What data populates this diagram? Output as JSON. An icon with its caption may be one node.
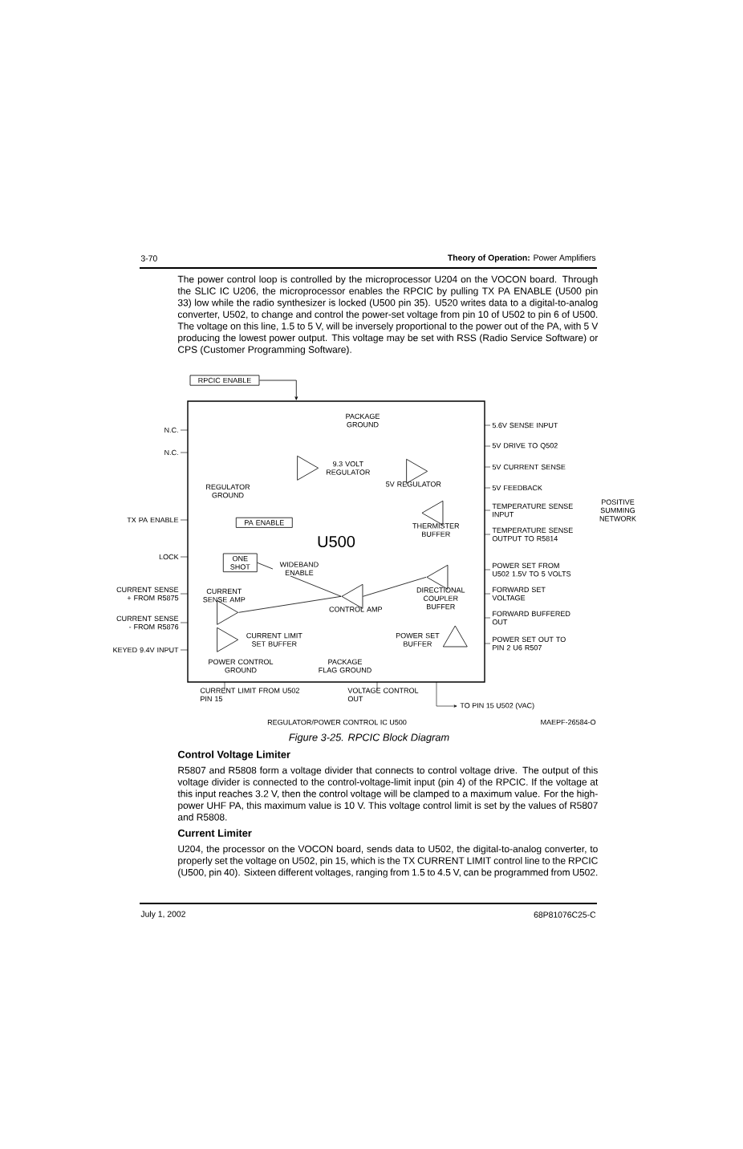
{
  "diagram": {
    "caption": "Figure 3-25. RPCIC Block Diagram",
    "nodes": [
      {
        "text": [
          "U500"
        ]
      },
      {
        "text": [
          "9.3 VOLT REGULATOR"
        ],
        "in": 0
      },
      {
        "text": [
          "5V REGULATOR"
        ],
        "in": 0
      },
      {
        "text": [
          "PA ENABLE"
        ],
        "in": 0
      },
      {
        "text": [
          "ONE SHOT"
        ],
        "in": 0
      },
      {
        "text": [
          "CONTROL AMP"
        ],
        "in": 0
      },
      {
        "text": [
          "CURRENT SENSE AMP"
        ],
        "in": 0
      },
      {
        "text": [
          "CURRENT LIMIT SET BUFFER"
        ],
        "in": 0
      },
      {
        "text": [
          "THERMISTER BUFFER"
        ],
        "in": 0
      },
      {
        "text": [
          "DIRECTIONAL COUPLER BUFFER"
        ],
        "in": 0
      },
      {
        "text": [
          "POWER SET BUFFER"
        ],
        "in": 0
      },
      {
        "text": [
          "RPCIC ENABLE"
        ]
      },
      {
        "text": [
          "POSITIVE SUMMING NETWORK"
        ]
      }
    ],
    "edges": [
      {
        "from": 11,
        "to": 0,
        "arrow": "to"
      },
      {
        "from": 4,
        "to": 5,
        "arrow": "none",
        "label": "WIDEBAND ENABLE"
      },
      {
        "from": 6,
        "to": 5,
        "arrow": "none"
      },
      {
        "from": 9,
        "to": 5,
        "arrow": "none"
      }
    ],
    "labels": [
      "3-70",
      "**Theory of Operation:** Power Amplifiers",
      "The power control loop is controlled by the microprocessor U204 on the VOCON board. Through the SLIC IC U206, the microprocessor enables the RPCIC by pulling TX PA ENABLE (U500 pin 33) low while the radio synthesizer is locked (U500 pin 35). U520 writes data to a digital-to-analog converter, U502, to change and control the power-set voltage from pin 10 of U502 to pin 6 of U500. The voltage on this line, 1.5 to 5 V, will be inversely proportional to the power out of the PA, with 5 V producing the lowest power output. This voltage may be set with RSS (Radio Service Software) or CPS (Customer Programming Software).",
      "N.C.",
      "N.C.",
      "TX PA ENABLE",
      "LOCK",
      "CURRENT SENSE + FROM R5875",
      "CURRENT SENSE - FROM R5876",
      "KEYED 9.4V INPUT",
      "REGULATOR GROUND",
      "PACKAGE GROUND",
      "POWER CONTROL GROUND",
      "PACKAGE FLAG GROUND",
      "5.6V SENSE INPUT",
      "5V DRIVE TO Q502",
      "5V CURRENT SENSE",
      "5V FEEDBACK",
      "TEMPERATURE SENSE INPUT",
      "TEMPERATURE SENSE OUTPUT TO R5814",
      "POWER SET FROM U502 1.5V TO 5 VOLTS",
      "FORWARD SET VOLTAGE",
      "FORWARD BUFFERED OUT",
      "POWER SET OUT TO PIN 2 U6 R507",
      "CURRENT LIMIT FROM U502 PIN 15",
      "VOLTAGE CONTROL OUT",
      "TO PIN 15 U502 (VAC)",
      "REGULATOR/POWER CONTROL IC U500",
      "MAEPF-26584-O",
      "Control Voltage Limiter",
      "R5807 and R5808 form a voltage divider that connects to control voltage drive. The output of this voltage divider is connected to the control-voltage-limit input (pin 4) of the RPCIC. If the voltage at this input reaches 3.2 V, then the control voltage will be clamped to a maximum value. For the high-power UHF PA, this maximum value is 10 V. This voltage control limit is set by the values of R5807 and R5808.",
      "Current Limiter",
      "U204, the processor on the VOCON board, sends data to U502, the digital-to-analog converter, to properly set the voltage on U502, pin 15, which is the TX CURRENT LIMIT control line to the RPCIC (U500, pin 40). Sixteen different voltages, ranging from 1.5 to 4.5 V, can be programmed from U502.",
      "July 1, 2002",
      "68P81076C25-C"
    ]
  }
}
